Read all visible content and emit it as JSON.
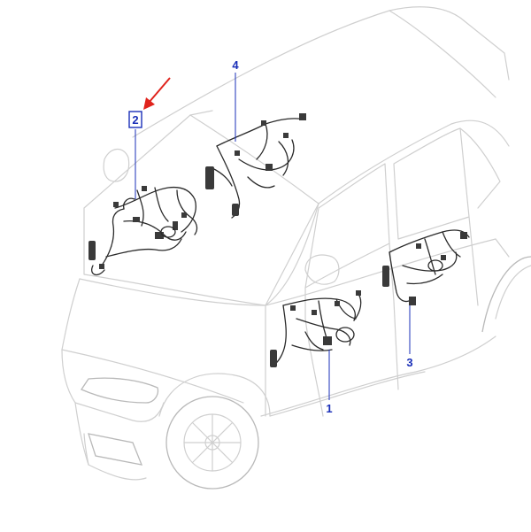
{
  "callouts": [
    {
      "id": "1",
      "label": "1"
    },
    {
      "id": "2",
      "label": "2"
    },
    {
      "id": "3",
      "label": "3"
    },
    {
      "id": "4",
      "label": "4"
    }
  ],
  "highlighted_callout": "2",
  "colors": {
    "callout": "#1a2fb8",
    "highlight_box": "#1a2fb8",
    "arrow": "#e0231c",
    "vehicle_outline": "#cfcfcf",
    "harness": "#2a2a2a"
  }
}
